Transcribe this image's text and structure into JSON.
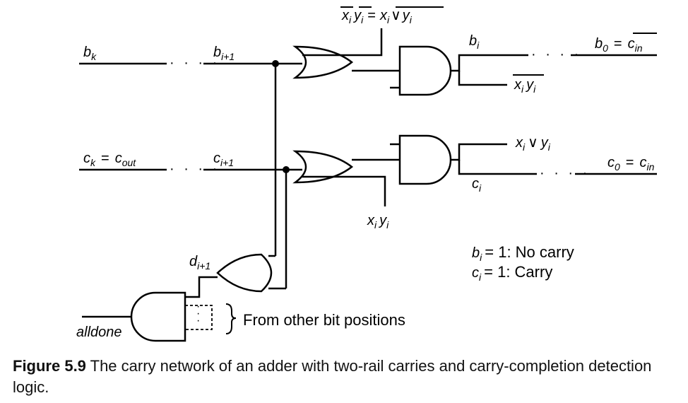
{
  "diagram": {
    "labels": {
      "bk": "b",
      "bk_sub": "k",
      "bi1": "b",
      "bi1_sub": "i+1",
      "ck_cout_c": "c",
      "ck_sub": "k",
      "ck_eq": "=",
      "cout_c": "c",
      "cout_sub": "out",
      "ci1": "c",
      "ci1_sub": "i+1",
      "top_formula_left": "x",
      "top_formula_left_sub": "i",
      "top_formula_y": "y",
      "top_formula_y_sub": "i",
      "top_formula_eq": "=",
      "top_formula_right": "x",
      "top_formula_right_sub": "i",
      "top_formula_or": "∨",
      "top_formula_right_y": "y",
      "top_formula_right_y_sub": "i",
      "bi": "b",
      "bi_sub": "i",
      "b0": "b",
      "b0_sub": "0",
      "b0_eq": "=",
      "cin_bar": "c",
      "cin_bar_sub": "in",
      "xi_yi_bar_x": "x",
      "xi_yi_bar_x_sub": "i",
      "xi_yi_bar_y": "y",
      "xi_yi_bar_y_sub": "i",
      "xi_or_yi_x": "x",
      "xi_or_yi_x_sub": "i",
      "xi_or_yi_or": "∨",
      "xi_or_yi_y": "y",
      "xi_or_yi_y_sub": "i",
      "c0": "c",
      "c0_sub": "0",
      "c0_eq": "=",
      "cin": "c",
      "cin_sub": "in",
      "ci": "c",
      "ci_sub": "i",
      "xiyi_x": "x",
      "xiyi_x_sub": "i",
      "xiyi_y": "y",
      "xiyi_y_sub": "i",
      "di1": "d",
      "di1_sub": "i+1",
      "alldone": "alldone",
      "from_other": "From other bit positions",
      "legend_b": "b",
      "legend_b_sub": "i",
      "legend_b_text": "= 1:  No carry",
      "legend_c": "c",
      "legend_c_sub": "i",
      "legend_c_text": "= 1:  Carry",
      "ellipsis": "· · · ·"
    }
  },
  "caption": {
    "figure_label": "Figure 5.9",
    "text": " The carry network of an adder with two-rail carries and carry-completion detection logic."
  }
}
